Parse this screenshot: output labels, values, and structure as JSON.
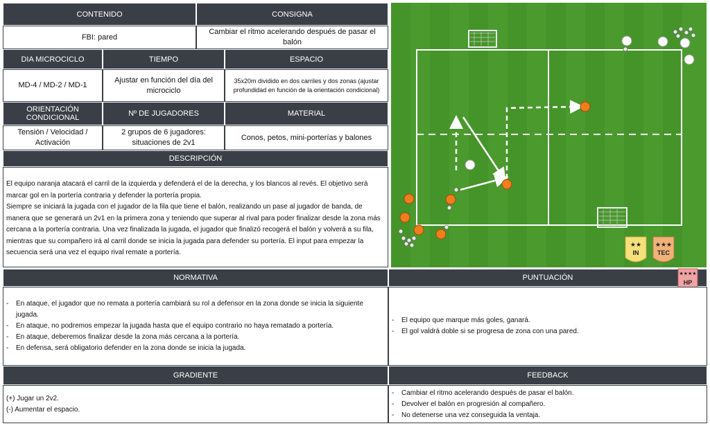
{
  "headers": {
    "contenido": "CONTENIDO",
    "consigna": "CONSIGNA",
    "dia": "DIA MICROCICLO",
    "tiempo": "TIEMPO",
    "espacio": "ESPACIO",
    "orientacion": "ORIENTACIÓN CONDICIONAL",
    "jugadores": "Nº DE JUGADORES",
    "material": "MATERIAL",
    "descripcion": "DESCRIPCIÓN",
    "normativa": "NORMATIVA",
    "puntuacion": "PUNTUACIÓN",
    "gradiente": "GRADIENTE",
    "feedback": "FEEDBACK"
  },
  "values": {
    "contenido": "FBI: pared",
    "consigna": "Cambiar el ritmo acelerando después de pasar el balón",
    "dia": "MD-4 / MD-2 / MD-1",
    "tiempo": "Ajustar en función del día del microciclo",
    "espacio": "35x20m dividido en dos carriles y dos zonas (ajustar profundidad en función de la orientación condicional)",
    "orientacion": "Tensión / Velocidad / Activación",
    "jugadores": "2 grupos de 6 jugadores: situaciones de 2v1",
    "material": "Conos, petos, mini-porterías y balones"
  },
  "descripcion": [
    "El equipo naranja atacará el carril de la izquierda y defenderá el de la derecha, y los blancos al revés. El objetivo será marcar gol en la portería contraria y defender la portería propia.",
    "Siempre se iniciará la jugada con el jugador de la fila que tiene el balón, realizando un pase al jugador de banda, de manera que se generará un 2v1 en la primera zona y teniendo que superar al rival para poder finalizar desde la zona más cercana a la portería contraria. Una vez finalizada la jugada, el jugador que finalizó recogerá el balón y volverá a su fila, mientras que su compañero irá al carril donde se inicia la jugada para defender su portería. El input para empezar la secuencia será una vez el equipo rival remate a portería."
  ],
  "normativa": [
    "En ataque, el jugador que no remata a portería cambiará su rol a defensor en la zona donde se inicia la siguiente jugada.",
    "En ataque, no podremos empezar la jugada hasta que el equipo contrario no haya rematado a portería.",
    "En ataque, deberemos finalizar desde la zona más cercana a la portería.",
    "En defensa, será obligatorio defender en la zona donde se inicia la jugada."
  ],
  "puntuacion": [
    "El equipo que marque más goles, ganará.",
    "El gol valdrá doble si se progresa de zona con una pared."
  ],
  "gradiente": [
    "(+) Jugar un 2v2.",
    "(-) Aumentar el espacio."
  ],
  "feedback": [
    "Cambiar el ritmo acelerando después de pasar el balón.",
    "Devolver el balón en progresión al compañero.",
    "No detenerse una vez conseguida la ventaja."
  ],
  "badges": {
    "in": "IN",
    "tec": "TEC",
    "hp": "HP",
    "in_stars": "★★",
    "tec_stars": "★★★",
    "hp_stars": "★★★★"
  },
  "colors": {
    "header_bg": "#3a3f47",
    "pitch_green": "#4a9a2e",
    "orange_team": "#f07d1e",
    "white_team": "#ffffff",
    "badge_in": "#f7e07a",
    "badge_tec": "#f0b27a",
    "badge_hp": "#f2a3a3"
  }
}
